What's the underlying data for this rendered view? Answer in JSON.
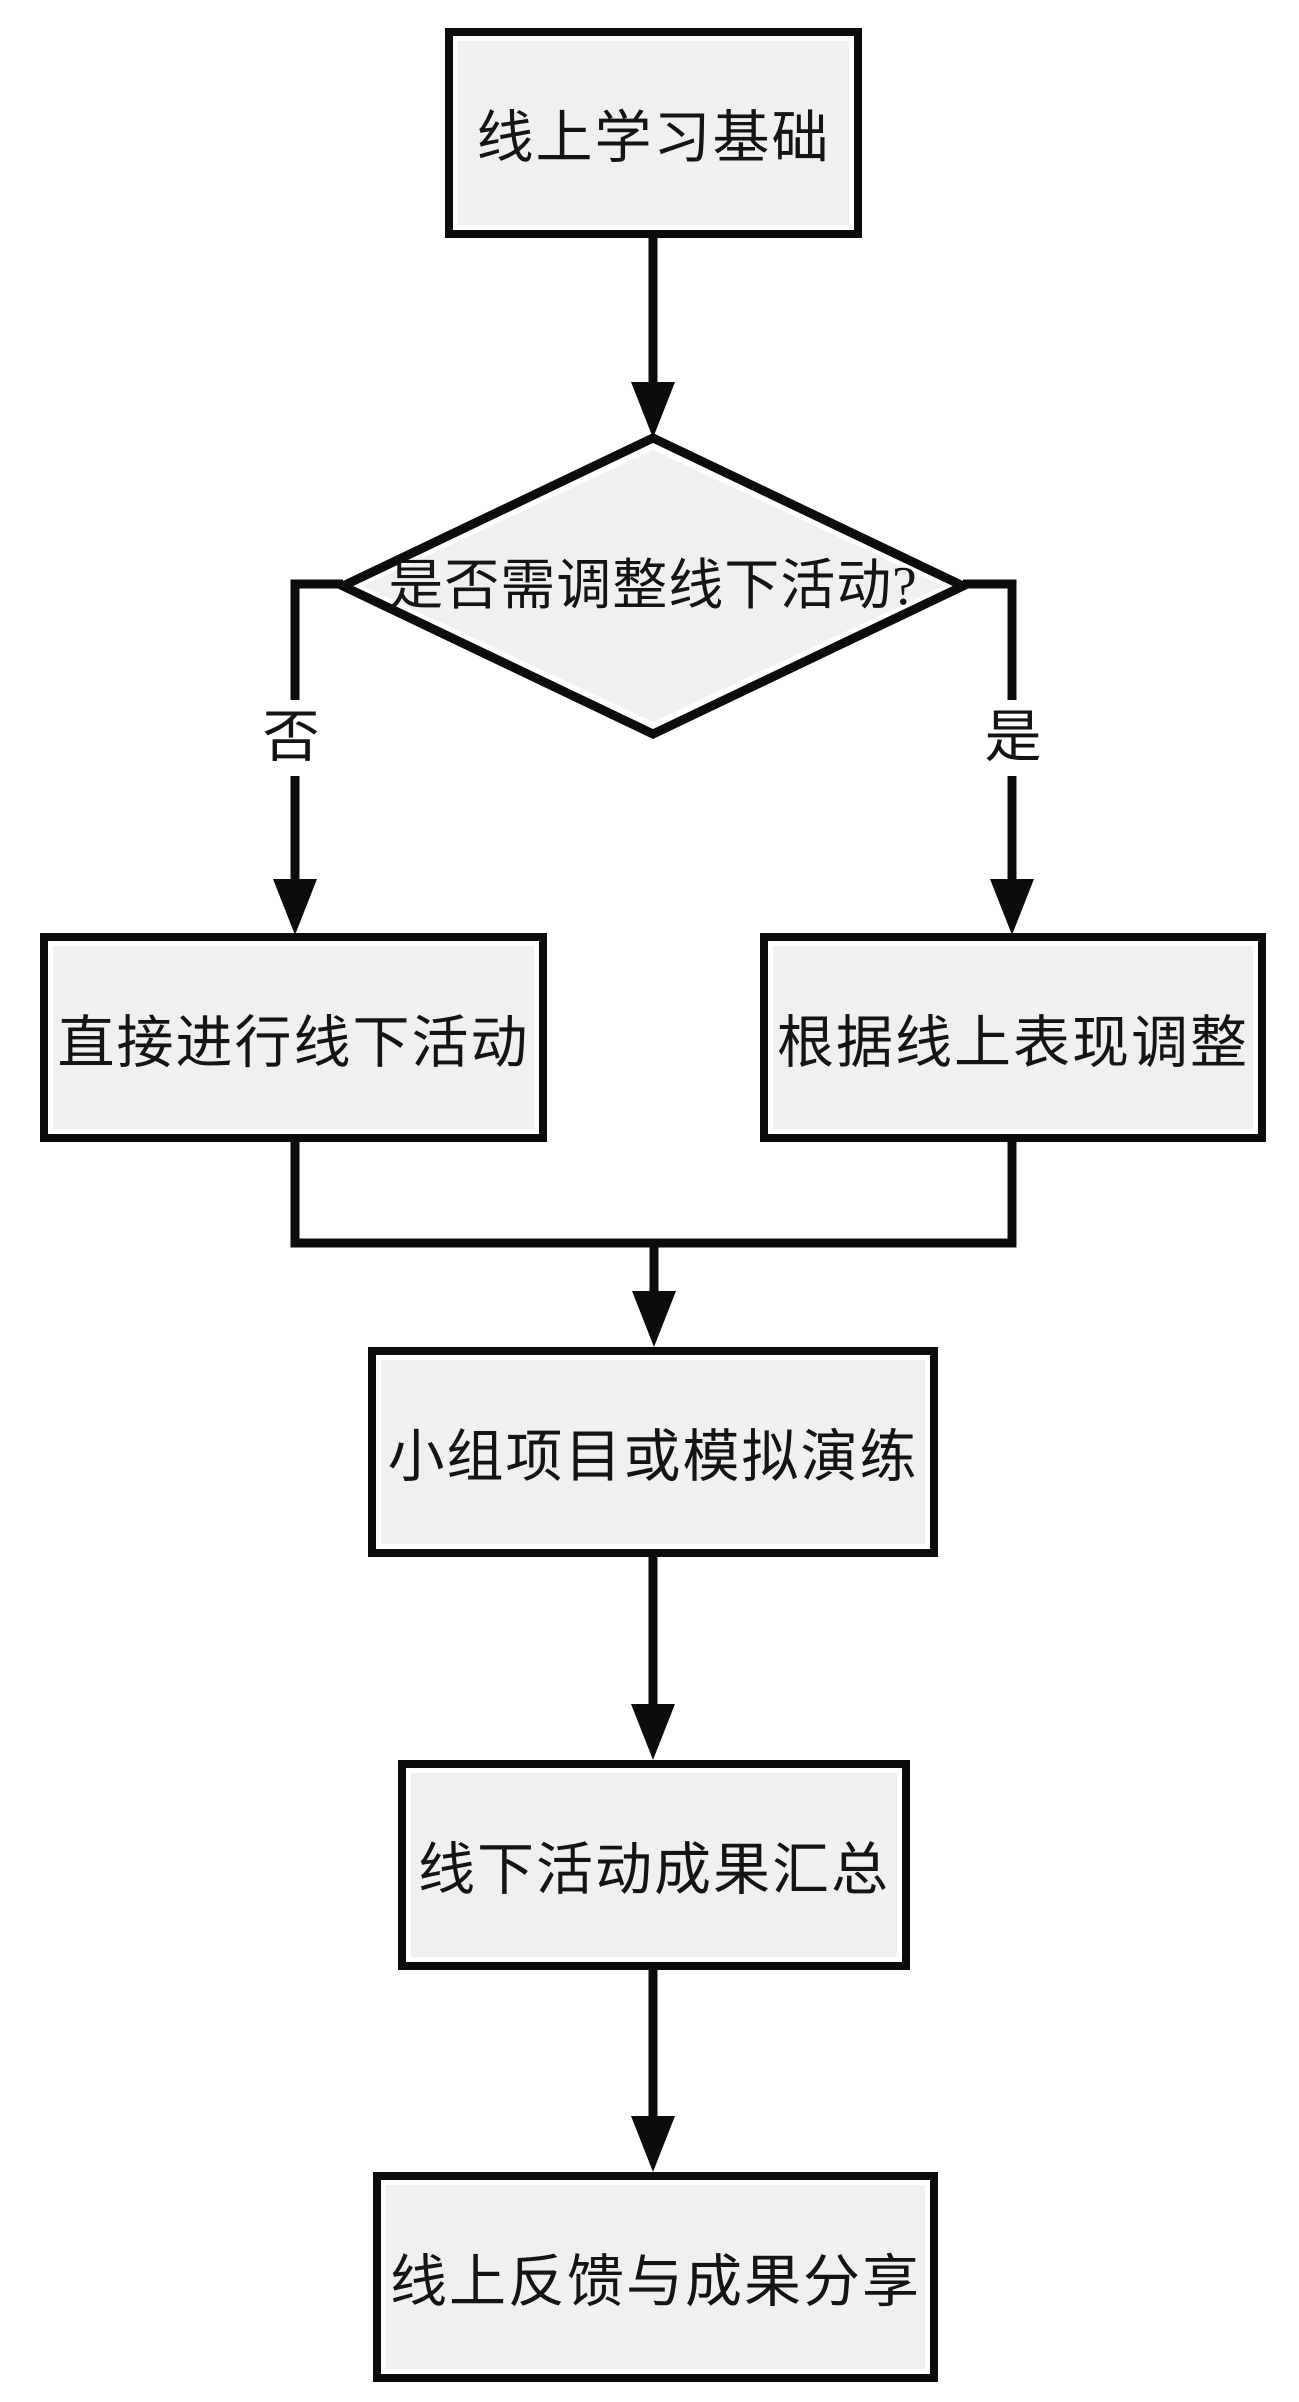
{
  "flowchart": {
    "nodes": [
      {
        "id": "start",
        "type": "process",
        "label": "线上学习基础"
      },
      {
        "id": "decision",
        "type": "decision",
        "label": "是否需调整线下活动?"
      },
      {
        "id": "no",
        "type": "process",
        "label": "直接进行线下活动"
      },
      {
        "id": "yes",
        "type": "process",
        "label": "根据线上表现调整"
      },
      {
        "id": "merge",
        "type": "process",
        "label": "小组项目或模拟演练"
      },
      {
        "id": "summary",
        "type": "process",
        "label": "线下活动成果汇总"
      },
      {
        "id": "final",
        "type": "process",
        "label": "线上反馈与成果分享"
      }
    ],
    "edge_labels": {
      "no": "否",
      "yes": "是"
    },
    "edges": [
      {
        "from": "start",
        "to": "decision",
        "label": ""
      },
      {
        "from": "decision",
        "to": "no",
        "label": "否"
      },
      {
        "from": "decision",
        "to": "yes",
        "label": "是"
      },
      {
        "from": "no",
        "to": "merge",
        "label": ""
      },
      {
        "from": "yes",
        "to": "merge",
        "label": ""
      },
      {
        "from": "merge",
        "to": "summary",
        "label": ""
      },
      {
        "from": "summary",
        "to": "final",
        "label": ""
      }
    ],
    "colors": {
      "node_fill": "#f0f0f0",
      "node_inner_margin": "#ffffff",
      "stroke": "#0c0c0c",
      "text": "#141414",
      "background": "#ffffff"
    }
  }
}
